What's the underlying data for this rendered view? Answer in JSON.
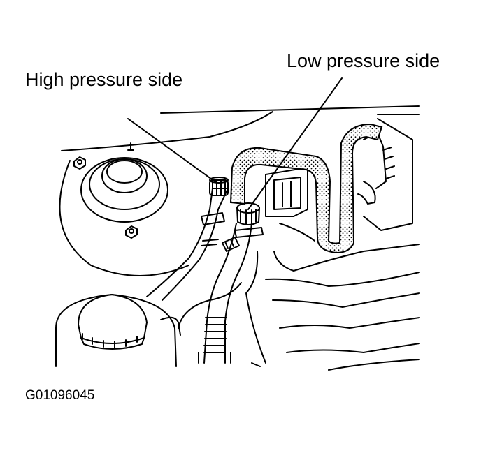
{
  "labels": {
    "high_pressure": "High pressure side",
    "low_pressure": "Low pressure side"
  },
  "figure_id": "G01096045",
  "colors": {
    "ink": "#000000",
    "paper": "#ffffff"
  }
}
